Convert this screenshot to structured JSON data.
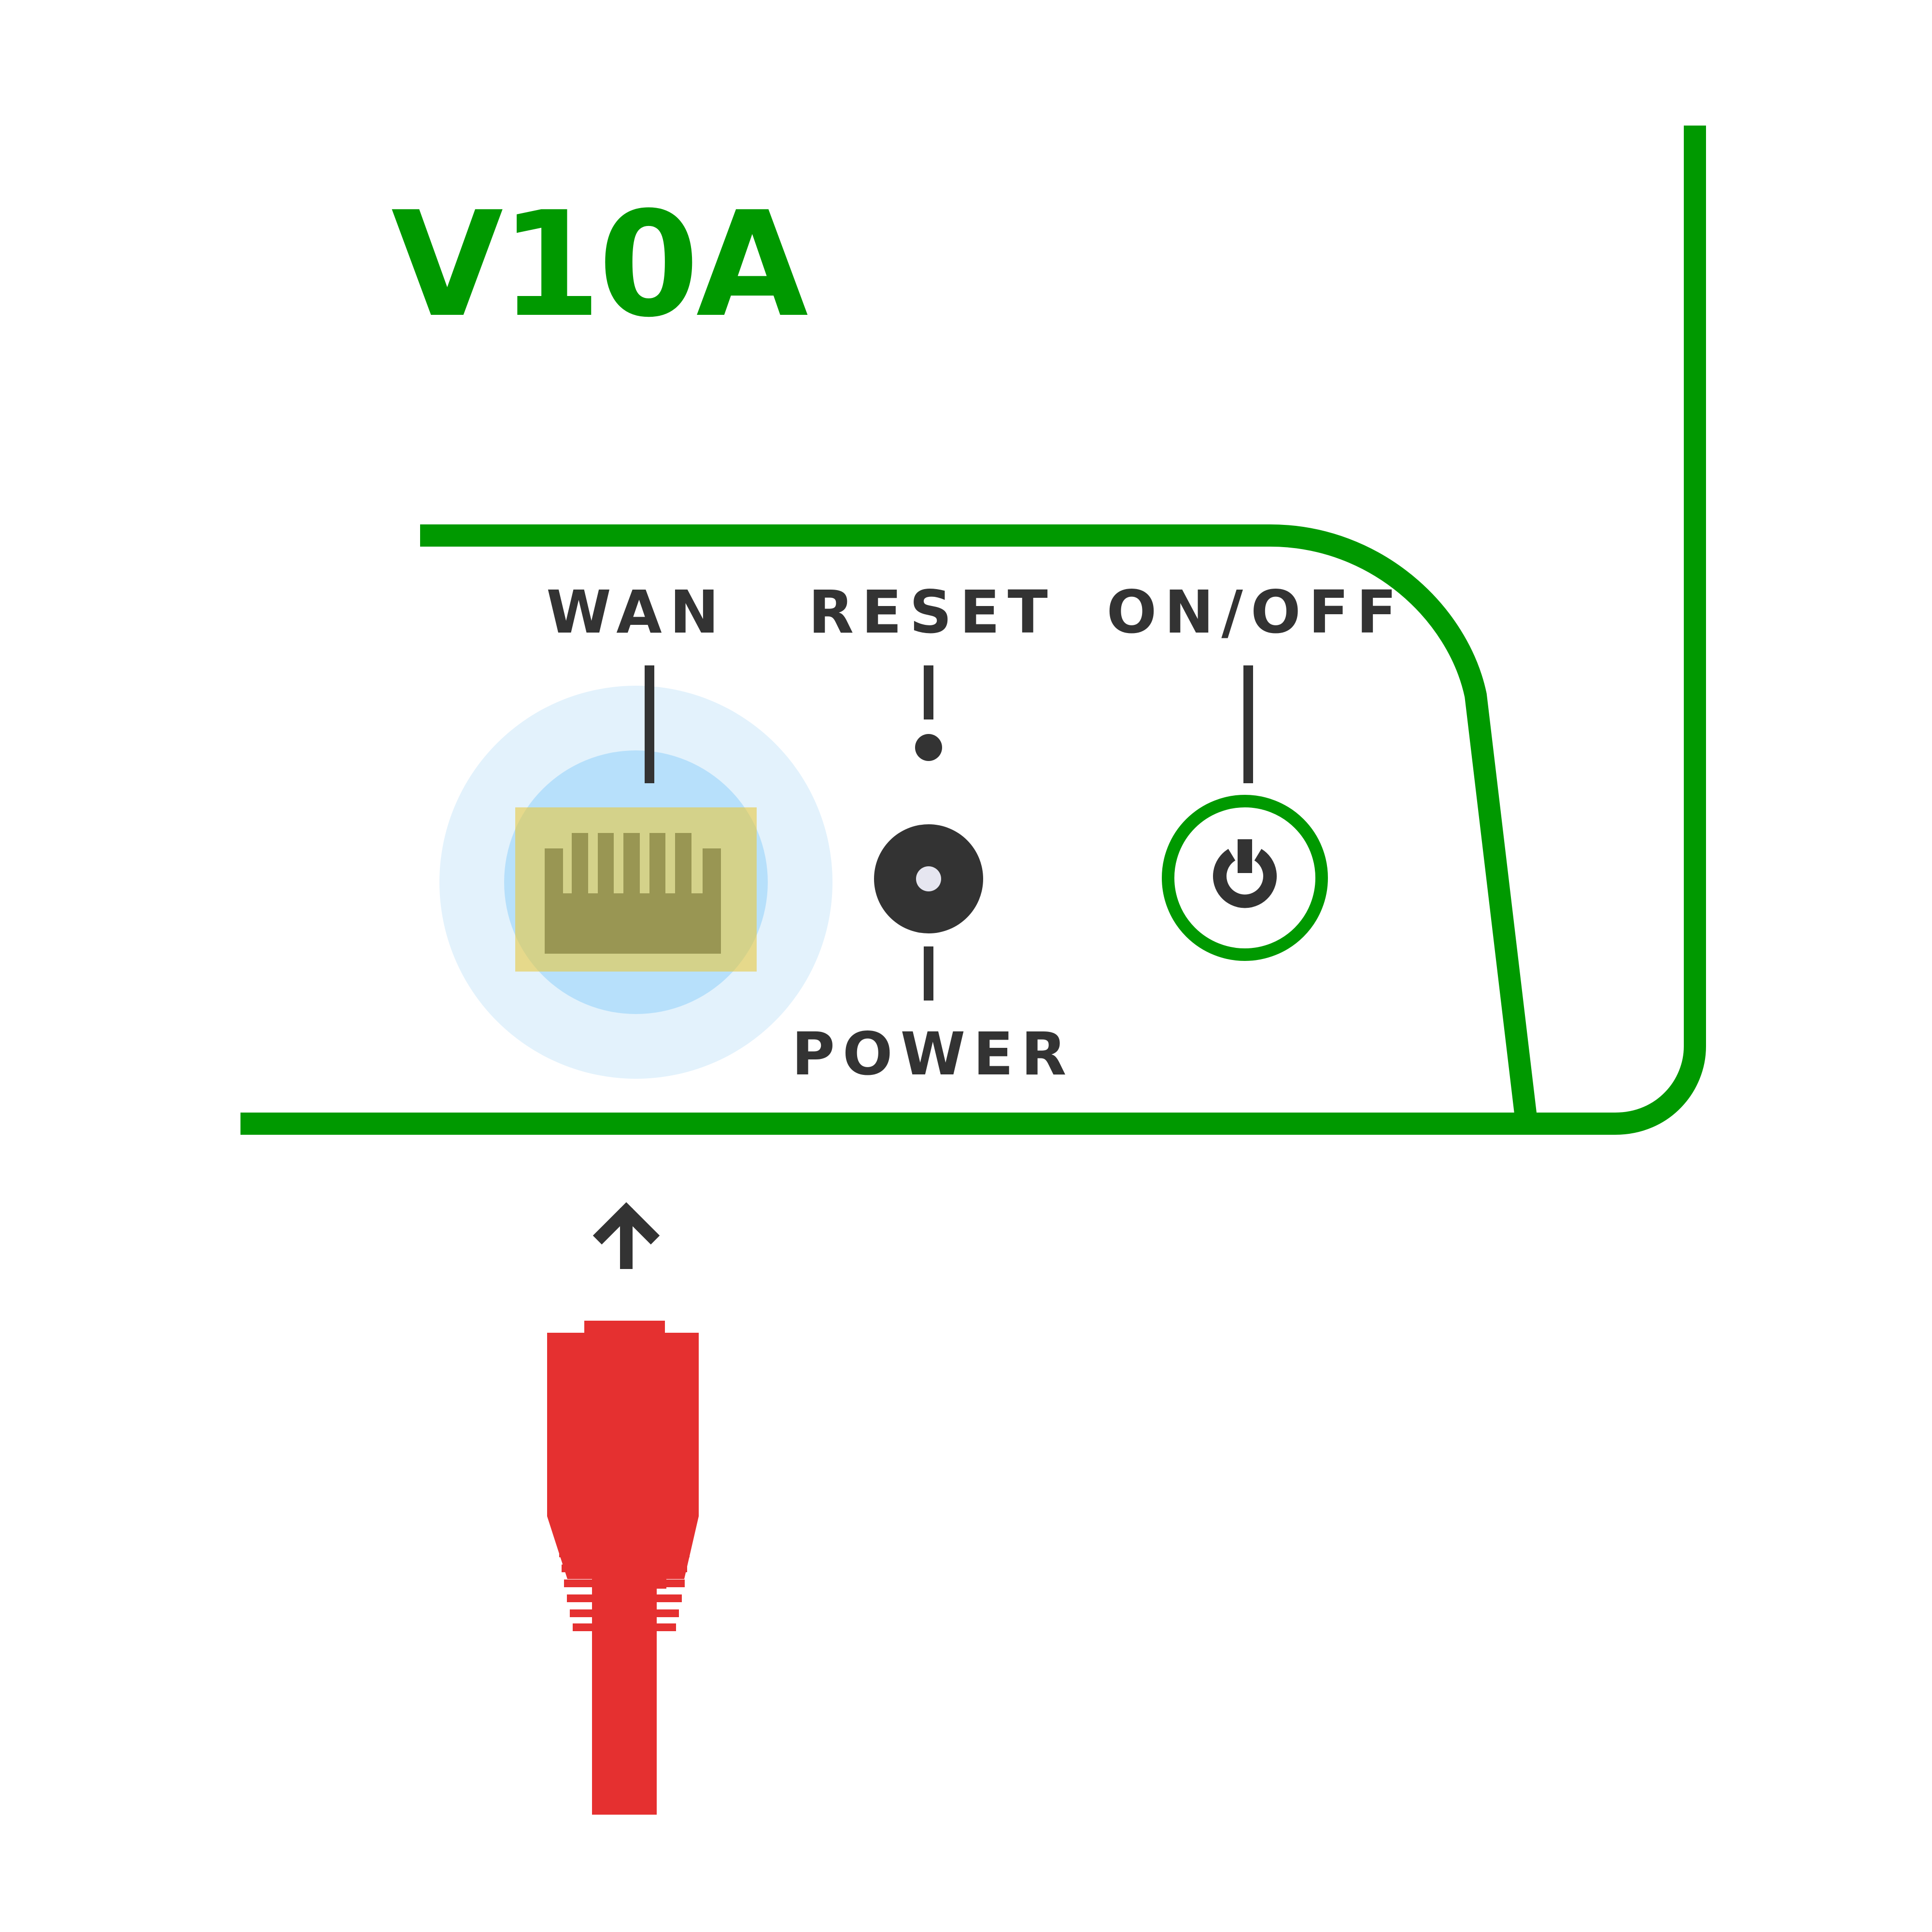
{
  "diagram": {
    "model": "V10A",
    "labels": {
      "wan": "WAN",
      "reset": "RESET",
      "on_off": "ON/OFF",
      "power": "POWER"
    },
    "icons": {
      "ethernet_port": "ethernet-port-icon",
      "reset_pinhole": "reset-pinhole-icon",
      "power_jack": "dc-power-jack-icon",
      "power_button": "power-button-icon",
      "insert_arrow": "arrow-up-icon",
      "cable_plug": "rj45-plug-icon"
    },
    "colors": {
      "device_outline": "#009900",
      "model_text": "#009900",
      "label_text": "#333333",
      "cable": "#e53030",
      "port_fill": "#254d70",
      "port_highlight": "#e8c840",
      "glow_outer": "#e3f2fc",
      "glow_inner": "#b7e0fb",
      "power_button": "#009900"
    }
  }
}
